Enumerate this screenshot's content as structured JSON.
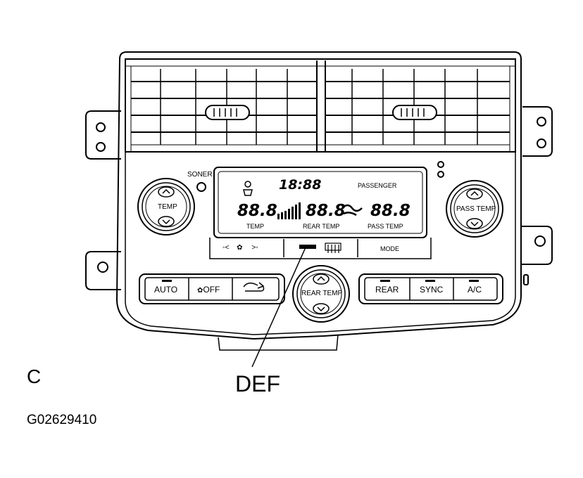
{
  "sensor_label": "SONER",
  "display": {
    "clock": "18:88",
    "passenger_label": "PASSENGER",
    "driver_temp": "88.8",
    "rear_temp": "88.8",
    "pass_temp": "88.8",
    "driver_temp_label": "TEMP",
    "rear_temp_label": "REAR TEMP",
    "pass_temp_label": "PASS TEMP",
    "mode_label": "MODE"
  },
  "knobs": {
    "left": "TEMP",
    "center": "REAR TEMP",
    "right": "PASS TEMP"
  },
  "buttons_left": [
    "AUTO",
    "OFF",
    ""
  ],
  "buttons_right": [
    "REAR",
    "SYNC",
    "A/C"
  ],
  "callout": "DEF",
  "view_letter": "C",
  "figure_id": "G02629410"
}
